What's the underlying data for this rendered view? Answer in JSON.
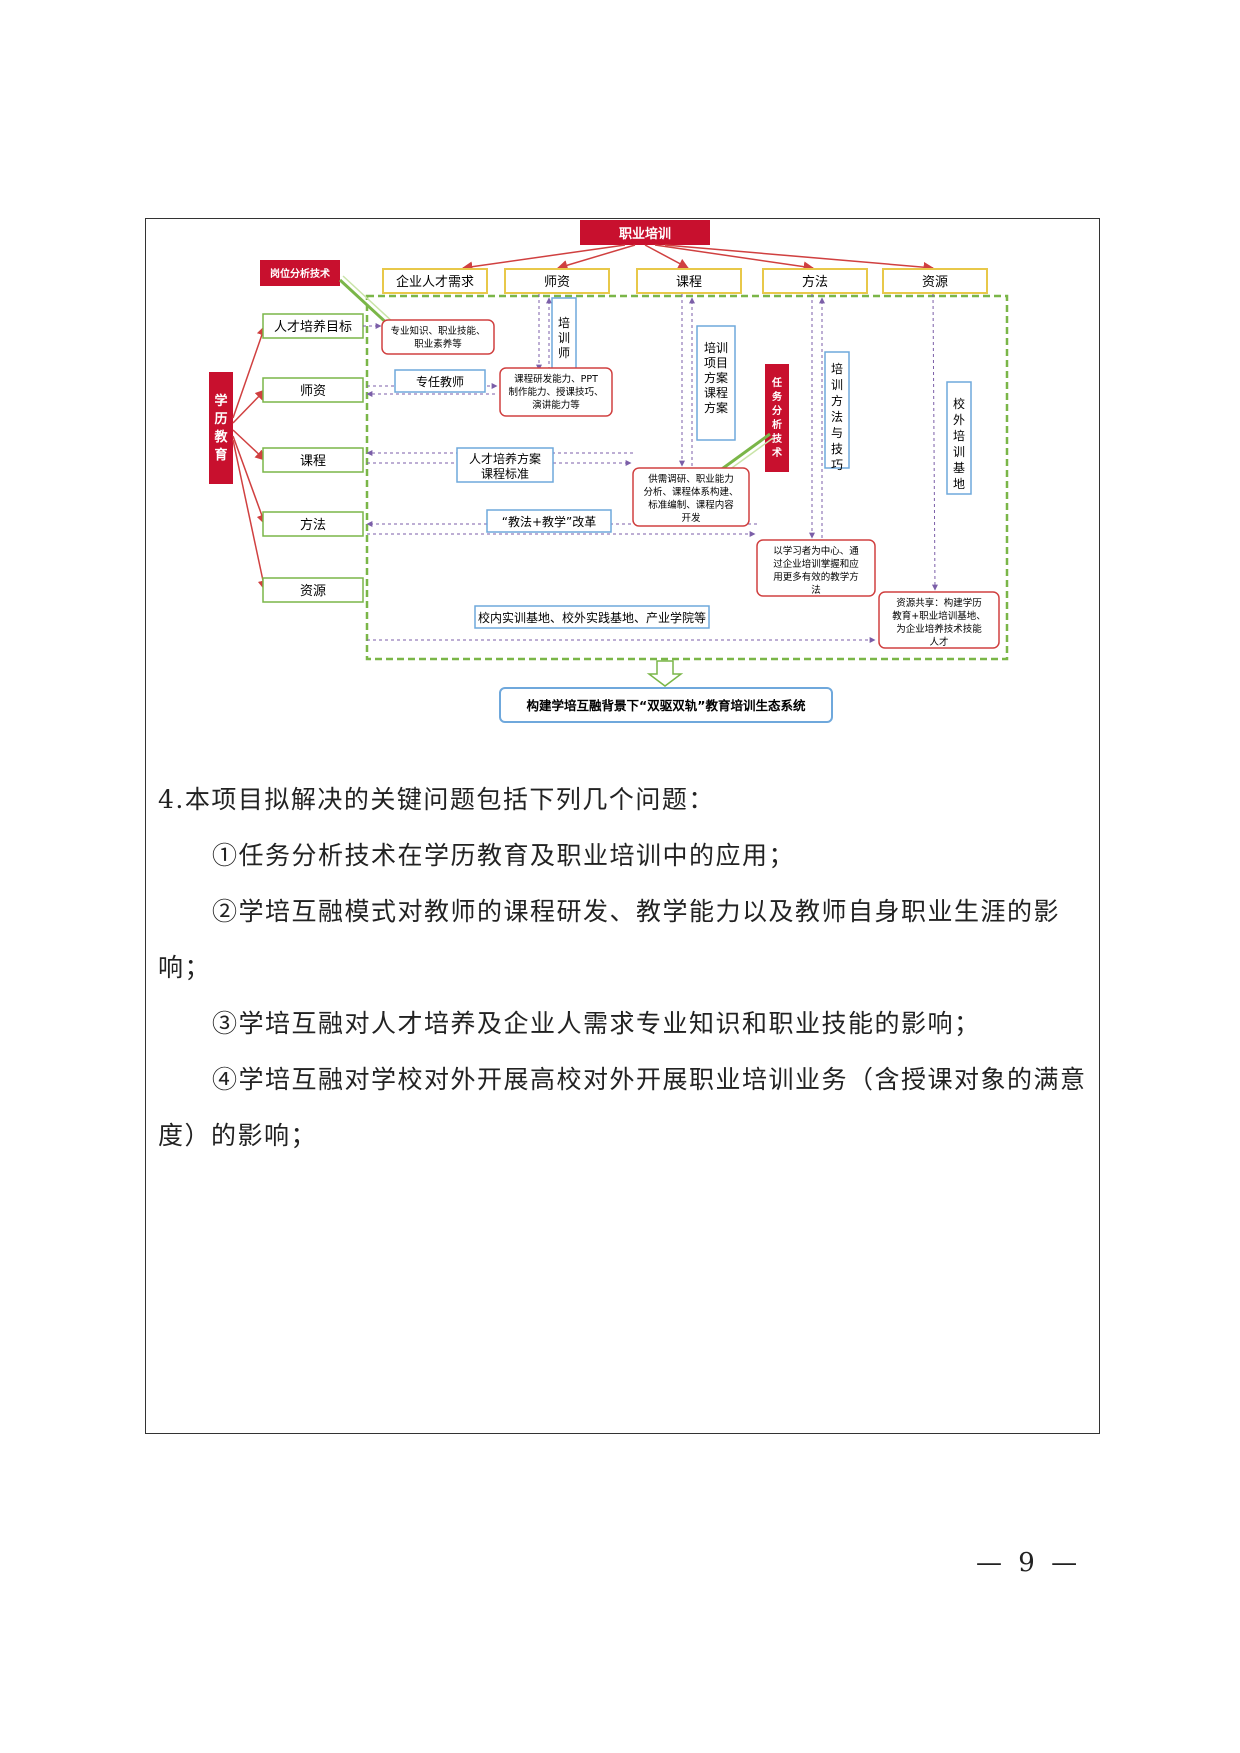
{
  "diagram": {
    "top_label": "职业培训",
    "left_vertical_label": "学历教育",
    "job_analysis_label": "岗位分析技术",
    "task_analysis_label": "任务分析技术",
    "top_row": [
      "企业人才需求",
      "师资",
      "课程",
      "方法",
      "资源"
    ],
    "left_column": [
      "人才培养目标",
      "师资",
      "课程",
      "方法",
      "资源"
    ],
    "vertical_boxes": {
      "trainer": "培训师",
      "training_plan": "培训项目方案课程方案",
      "training_methods": "培训方法与技巧",
      "external_base": "校外培训基地"
    },
    "middle_labels": {
      "full_time_teacher": "专任教师",
      "talent_plan": [
        "人才培养方案",
        "课程标准"
      ],
      "teaching_reform": "“教法+教学”改革",
      "bases": "校内实训基地、校外实践基地、产业学院等"
    },
    "red_boxes": {
      "knowledge": [
        "专业知识、职业技能、",
        "职业素养等"
      ],
      "course_dev": [
        "课程研发能力、PPT",
        "制作能力、授课技巧、",
        "演讲能力等"
      ],
      "demand": [
        "供需调研、职业能力",
        "分析、课程体系构建、",
        "标准编制、课程内容",
        "开发"
      ],
      "learner": [
        "以学习者为中心、通",
        "过企业培训掌握和应",
        "用更多有效的教学方",
        "法"
      ],
      "resource": [
        "资源共享：构建学历",
        "教育+职业培训基地、",
        "为企业培养技术技能",
        "人才"
      ]
    },
    "bottom_label": "构建学培互融背景下“双驱双轨”教育培训生态系统"
  },
  "text": {
    "heading": "4.本项目拟解决的关键问题包括下列几个问题：",
    "items": [
      "①任务分析技术在学历教育及职业培训中的应用；",
      "②学培互融模式对教师的课程研发、教学能力以及教师自身职业生涯的影响；",
      "③学培互融对人才培养及企业人需求专业知识和职业技能的影响；",
      "④学培互融对学校对外开展高校对外开展职业培训业务（含授课对象的满意度）的影响；"
    ]
  },
  "page_number": "— 9 —",
  "colors": {
    "red": "#c8102e",
    "green": "#7ab648",
    "blue": "#6fa8dc",
    "purple": "#7b5ea8",
    "yellow": "#e8c84a"
  }
}
